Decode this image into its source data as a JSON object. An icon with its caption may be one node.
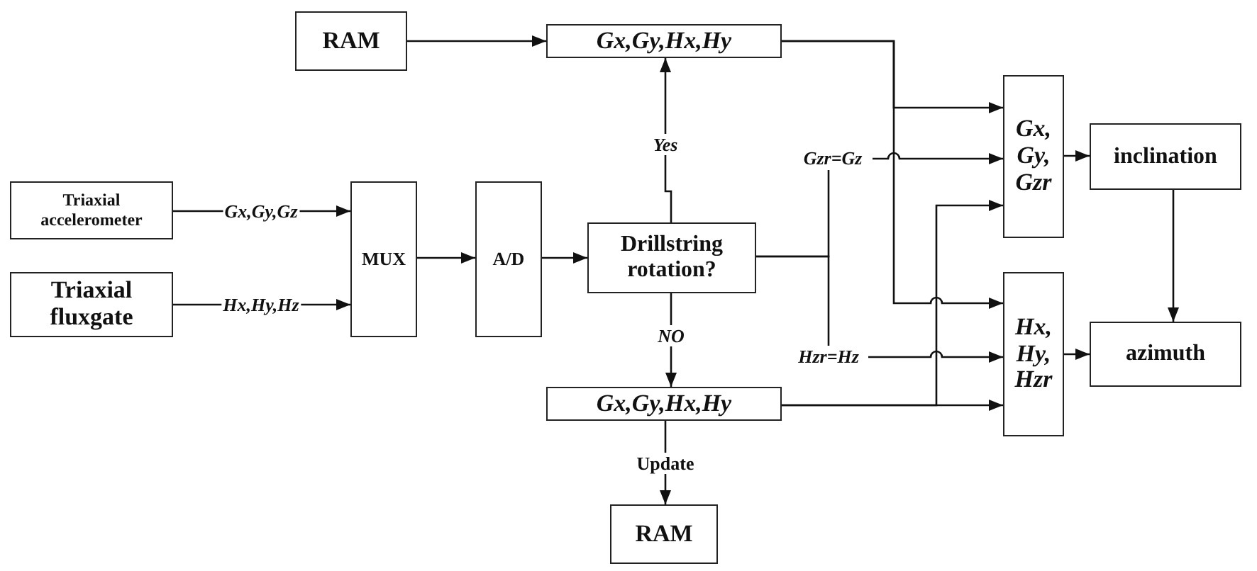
{
  "diagram": {
    "nodes": [
      {
        "text": [
          "RAM"
        ]
      },
      {
        "text": [
          "Gx,Gy,Hx,Hy"
        ]
      },
      {
        "text": [
          "Triaxial accelerometer"
        ]
      },
      {
        "text": [
          "Triaxial fluxgate"
        ]
      },
      {
        "text": [
          "MUX"
        ]
      },
      {
        "text": [
          "A/D"
        ]
      },
      {
        "text": [
          "Drillstring rotation?"
        ]
      },
      {
        "text": [
          "Gzr=Gz"
        ]
      },
      {
        "text": [
          "Gx, Gy, Gzr"
        ]
      },
      {
        "text": [
          "inclination"
        ]
      },
      {
        "text": [
          "Hzr=Hz"
        ]
      },
      {
        "text": [
          "Hx, Hy, Hzr"
        ]
      },
      {
        "text": [
          "azimuth"
        ]
      },
      {
        "text": [
          "Gx,Gy,Hx,Hy"
        ]
      },
      {
        "text": [
          "RAM"
        ]
      }
    ],
    "edges": [
      {
        "from": 0,
        "to": 1,
        "arrow": "to"
      },
      {
        "from": 2,
        "to": 4,
        "arrow": "to",
        "label": "Gx,Gy,Gz"
      },
      {
        "from": 3,
        "to": 4,
        "arrow": "to",
        "label": "Hx,Hy,Hz"
      },
      {
        "from": 4,
        "to": 5,
        "arrow": "to"
      },
      {
        "from": 5,
        "to": 6,
        "arrow": "to"
      },
      {
        "from": 6,
        "to": 1,
        "arrow": "to",
        "label": "Yes"
      },
      {
        "from": 6,
        "to": 13,
        "arrow": "to",
        "label": "NO"
      },
      {
        "from": 6,
        "to": 7,
        "arrow": "none"
      },
      {
        "from": 6,
        "to": 10,
        "arrow": "none"
      },
      {
        "from": 7,
        "to": 8,
        "arrow": "to"
      },
      {
        "from": 10,
        "to": 11,
        "arrow": "to"
      },
      {
        "from": 1,
        "to": 8,
        "arrow": "to"
      },
      {
        "from": 1,
        "to": 11,
        "arrow": "to"
      },
      {
        "from": 13,
        "to": 8,
        "arrow": "to"
      },
      {
        "from": 13,
        "to": 11,
        "arrow": "to"
      },
      {
        "from": 8,
        "to": 9,
        "arrow": "to"
      },
      {
        "from": 11,
        "to": 12,
        "arrow": "to"
      },
      {
        "from": 9,
        "to": 12,
        "arrow": "to"
      },
      {
        "from": 13,
        "to": 14,
        "arrow": "to",
        "label": "Update"
      }
    ]
  }
}
